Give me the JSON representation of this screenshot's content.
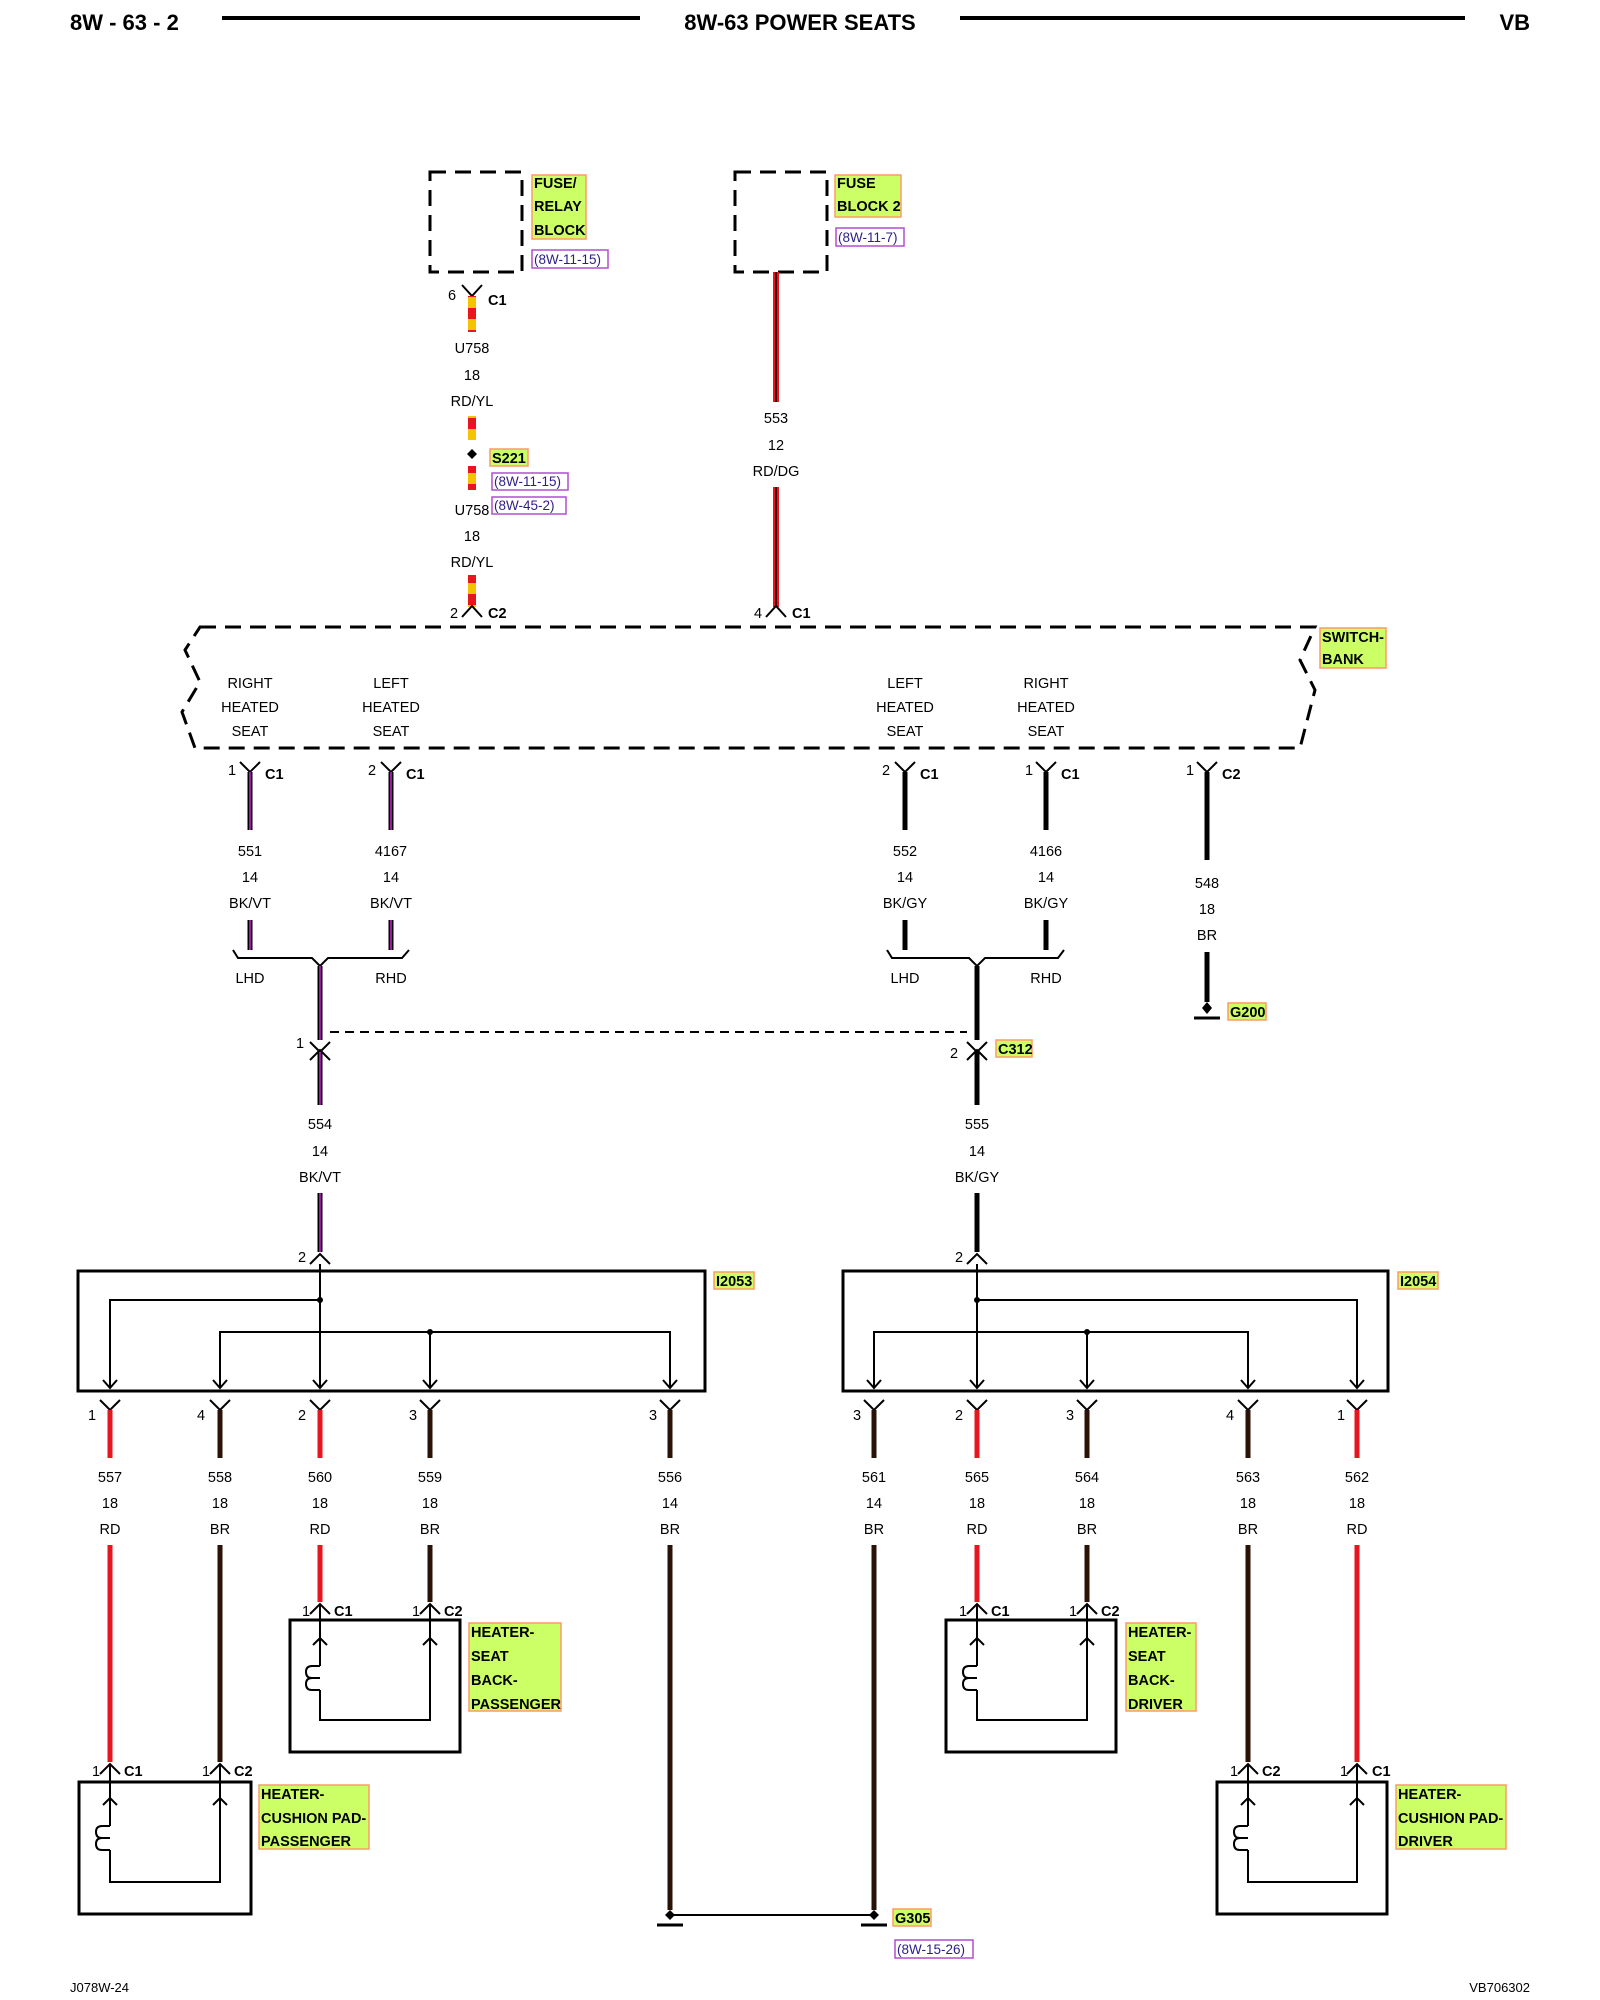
{
  "header": {
    "left": "8W - 63 - 2",
    "center": "8W-63 POWER SEATS",
    "right": "VB"
  },
  "footer": {
    "left": "J078W-24",
    "right": "VB706302"
  },
  "components": {
    "fuse_relay_block": {
      "lines": [
        "FUSE/",
        "RELAY",
        "BLOCK"
      ],
      "ref": "(8W-11-15)"
    },
    "fuse_block_2": {
      "lines": [
        "FUSE",
        "BLOCK 2"
      ],
      "ref": "(8W-11-7)"
    },
    "switch_bank": {
      "lines": [
        "SWITCH-",
        "BANK"
      ]
    },
    "splice_s221": {
      "label": "S221",
      "refs": [
        "(8W-11-15)",
        "(8W-45-2)"
      ]
    },
    "c312": {
      "label": "C312"
    },
    "g200": {
      "label": "G200"
    },
    "g305": {
      "label": "G305",
      "ref": "(8W-15-26)"
    },
    "i2053": {
      "label": "I2053"
    },
    "i2054": {
      "label": "I2054"
    },
    "heater_seat_back_passenger": {
      "lines": [
        "HEATER-",
        "SEAT",
        "BACK-",
        "PASSENGER"
      ]
    },
    "heater_seat_back_driver": {
      "lines": [
        "HEATER-",
        "SEAT",
        "BACK-",
        "DRIVER"
      ]
    },
    "heater_cushion_pad_passenger": {
      "lines": [
        "HEATER-",
        "CUSHION PAD-",
        "PASSENGER"
      ]
    },
    "heater_cushion_pad_driver": {
      "lines": [
        "HEATER-",
        "CUSHION PAD-",
        "DRIVER"
      ]
    }
  },
  "switch_labels": {
    "right_heated_seat_1": [
      "RIGHT",
      "HEATED",
      "SEAT"
    ],
    "left_heated_seat_1": [
      "LEFT",
      "HEATED",
      "SEAT"
    ],
    "left_heated_seat_2": [
      "LEFT",
      "HEATED",
      "SEAT"
    ],
    "right_heated_seat_2": [
      "RIGHT",
      "HEATED",
      "SEAT"
    ]
  },
  "wires": {
    "u758_upper": [
      "U758",
      "18",
      "RD/YL"
    ],
    "u758_lower": [
      "U758",
      "18",
      "RD/YL"
    ],
    "w553": [
      "553",
      "12",
      "RD/DG"
    ],
    "w551": [
      "551",
      "14",
      "BK/VT"
    ],
    "w4167": [
      "4167",
      "14",
      "BK/VT"
    ],
    "w552": [
      "552",
      "14",
      "BK/GY"
    ],
    "w4166": [
      "4166",
      "14",
      "BK/GY"
    ],
    "w548": [
      "548",
      "18",
      "BR"
    ],
    "w554": [
      "554",
      "14",
      "BK/VT"
    ],
    "w555": [
      "555",
      "14",
      "BK/GY"
    ],
    "w557": [
      "557",
      "18",
      "RD"
    ],
    "w558": [
      "558",
      "18",
      "BR"
    ],
    "w560": [
      "560",
      "18",
      "RD"
    ],
    "w559": [
      "559",
      "18",
      "BR"
    ],
    "w556": [
      "556",
      "14",
      "BR"
    ],
    "w561": [
      "561",
      "14",
      "BR"
    ],
    "w565": [
      "565",
      "18",
      "RD"
    ],
    "w564": [
      "564",
      "18",
      "BR"
    ],
    "w563": [
      "563",
      "18",
      "BR"
    ],
    "w562": [
      "562",
      "18",
      "RD"
    ]
  },
  "variants": {
    "lhd": "LHD",
    "rhd": "RHD"
  },
  "connectors": {
    "c1": "C1",
    "c2": "C2",
    "pins": {
      "p1": "1",
      "p2": "2",
      "p3": "3",
      "p4": "4",
      "p6": "6"
    }
  },
  "colors": {
    "red": "#e8141e",
    "orange": "#f07d00",
    "yellow": "#f5c400",
    "violet": "#c020c8",
    "black": "#000000",
    "highlight": "#ccff66",
    "ref_text": "#2a1f8a"
  }
}
